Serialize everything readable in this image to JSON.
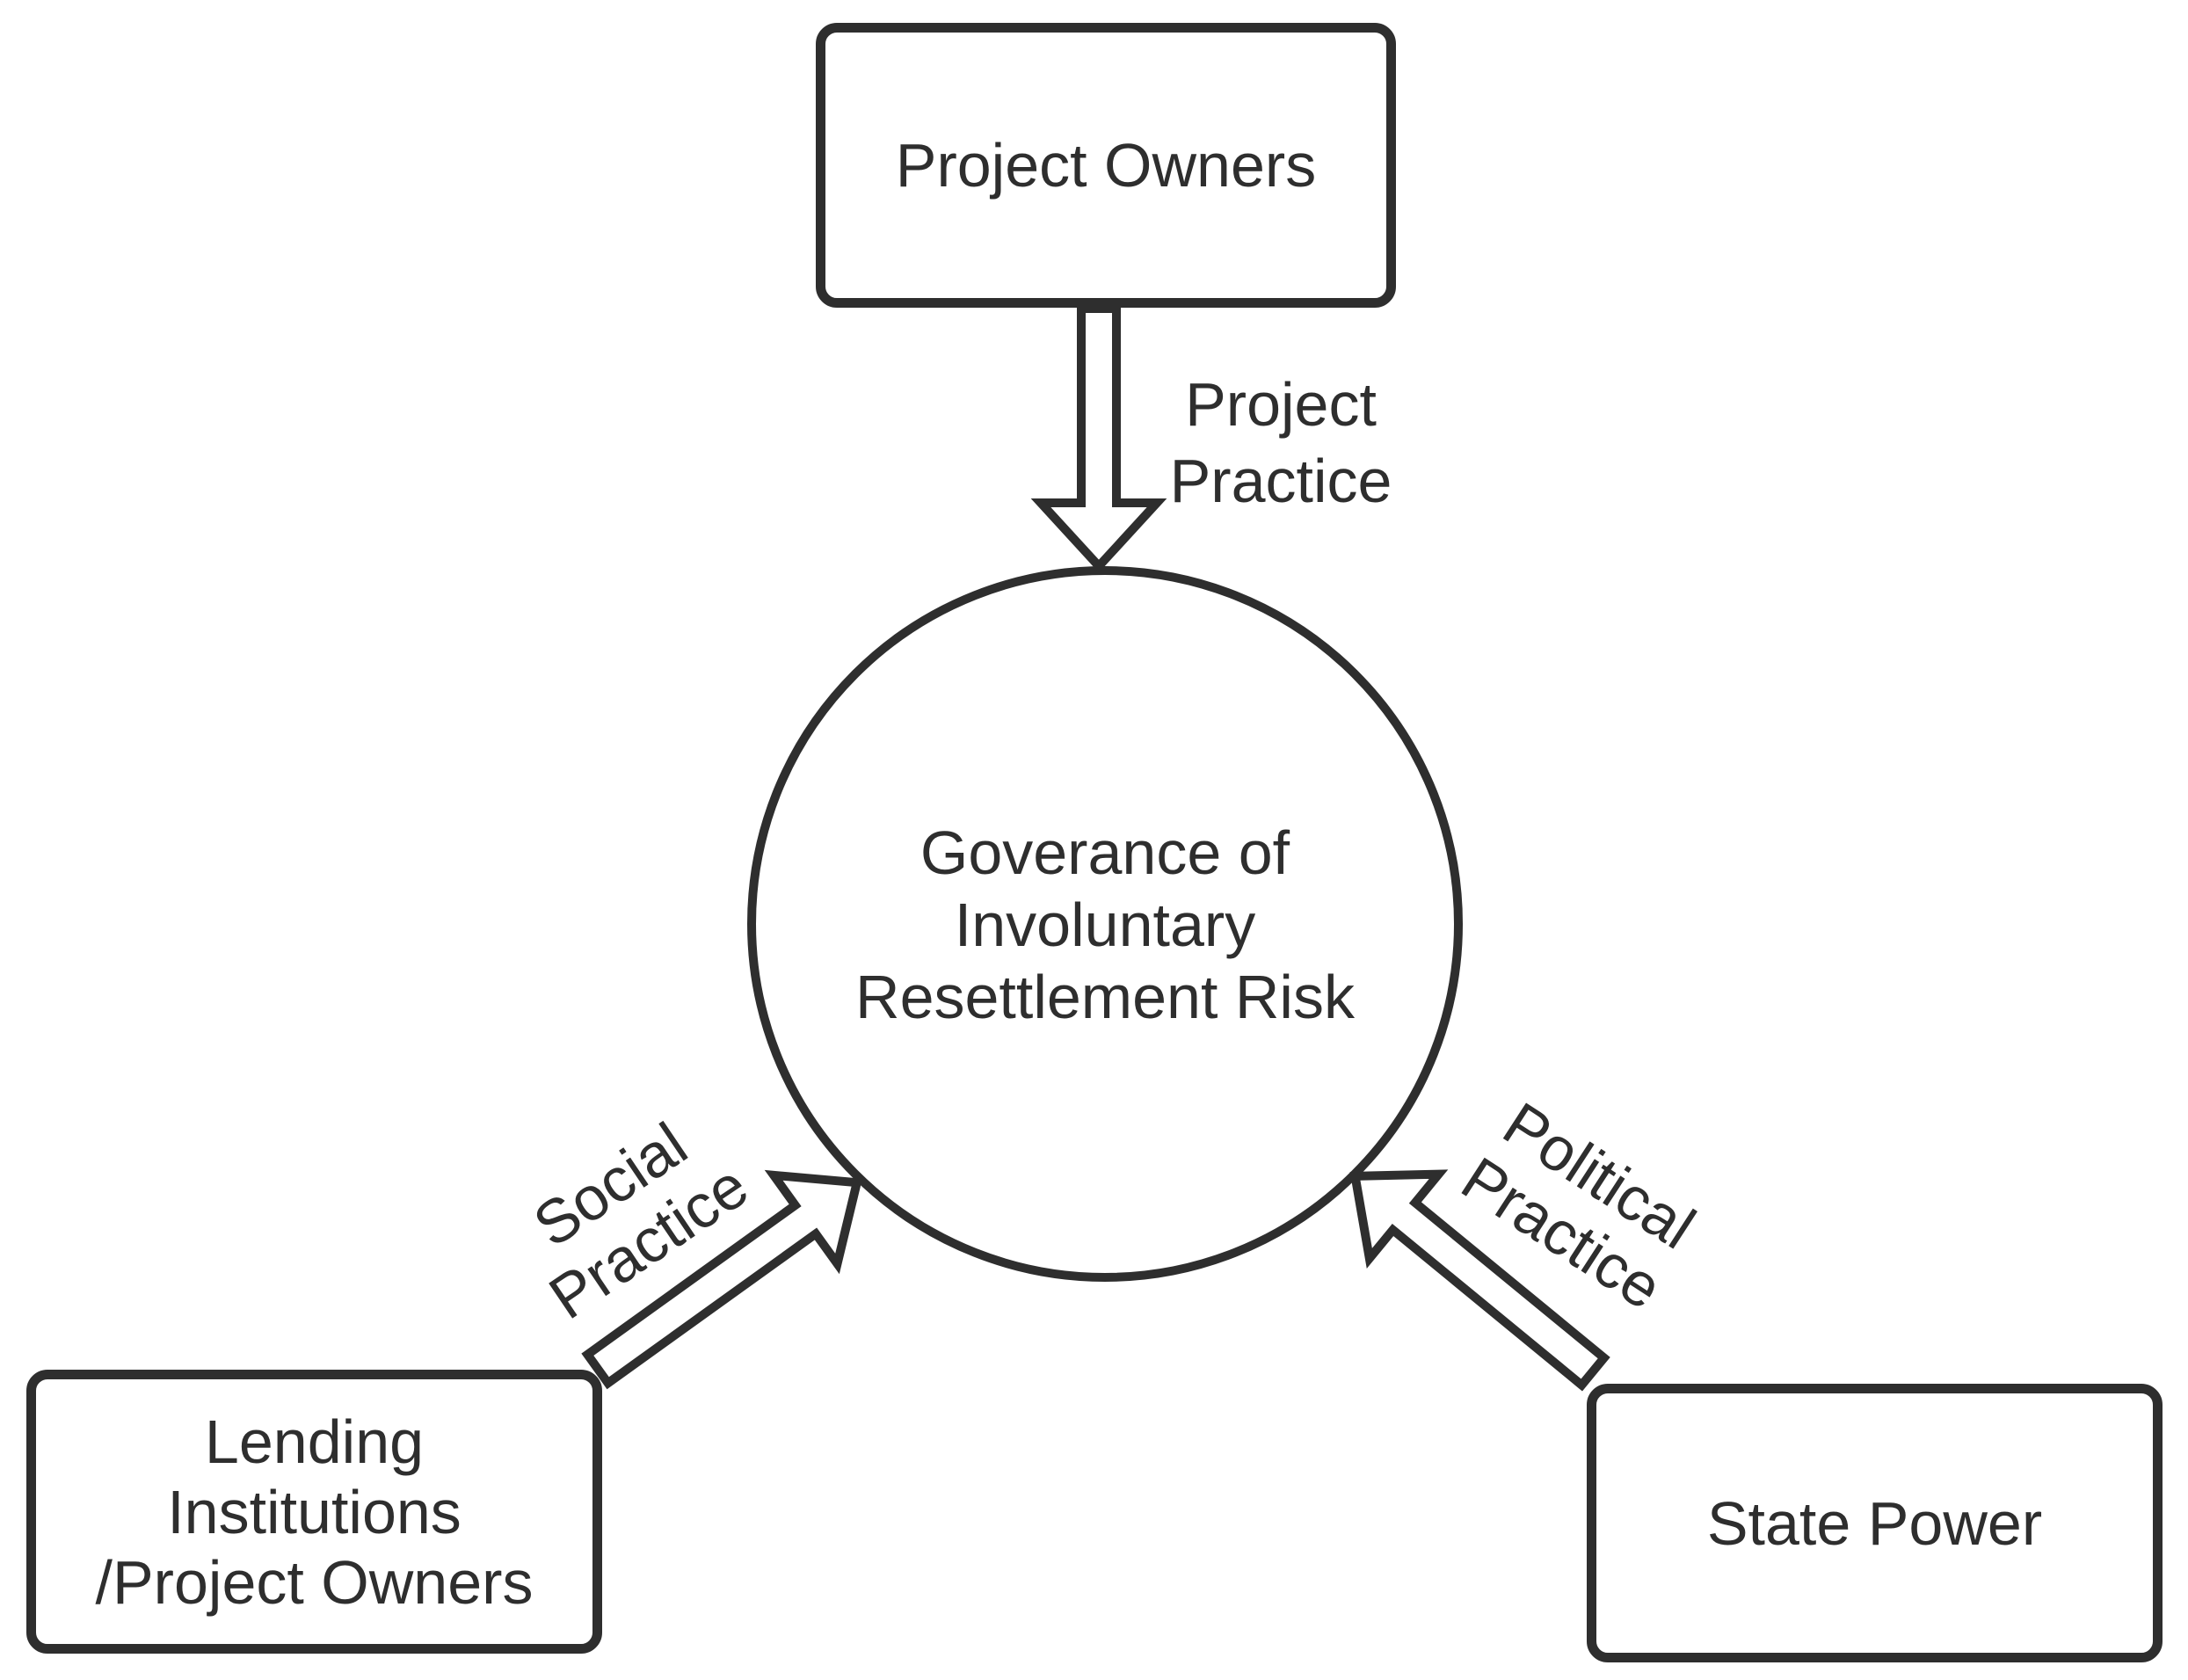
{
  "diagram": {
    "background_color": "#ffffff",
    "stroke_color": "#2e2e2e",
    "center_circle": {
      "label": "Goverance of\nInvoluntary\nResettlement Risk"
    },
    "nodes": {
      "project_owners": {
        "label": "Project Owners"
      },
      "lending_institutions": {
        "label": "Lending\nInstitutions\n/Project Owners"
      },
      "state_power": {
        "label": "State Power"
      }
    },
    "edges": {
      "project_practice": {
        "label": "Project\nPractice"
      },
      "social_practice": {
        "label": "Social\nPractice"
      },
      "political_practice": {
        "label": "Political\nPractice"
      }
    }
  }
}
